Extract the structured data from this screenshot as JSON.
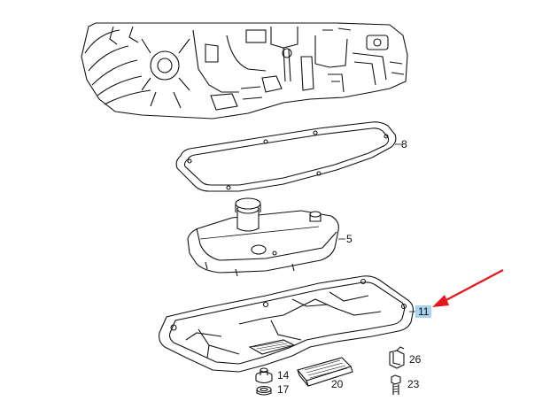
{
  "diagram": {
    "parts": [
      {
        "number": "8",
        "name": "oil-pan-gasket"
      },
      {
        "number": "5",
        "name": "oil-filter"
      },
      {
        "number": "11",
        "name": "oil-pan",
        "highlighted": true
      },
      {
        "number": "26",
        "name": "clip"
      },
      {
        "number": "14",
        "name": "drain-plug"
      },
      {
        "number": "17",
        "name": "seal-ring"
      },
      {
        "number": "20",
        "name": "magnet"
      },
      {
        "number": "23",
        "name": "bolt"
      }
    ],
    "highlight_color": "#a8d3ec",
    "arrow_color": "#e8141b",
    "line_color": "#111111"
  }
}
